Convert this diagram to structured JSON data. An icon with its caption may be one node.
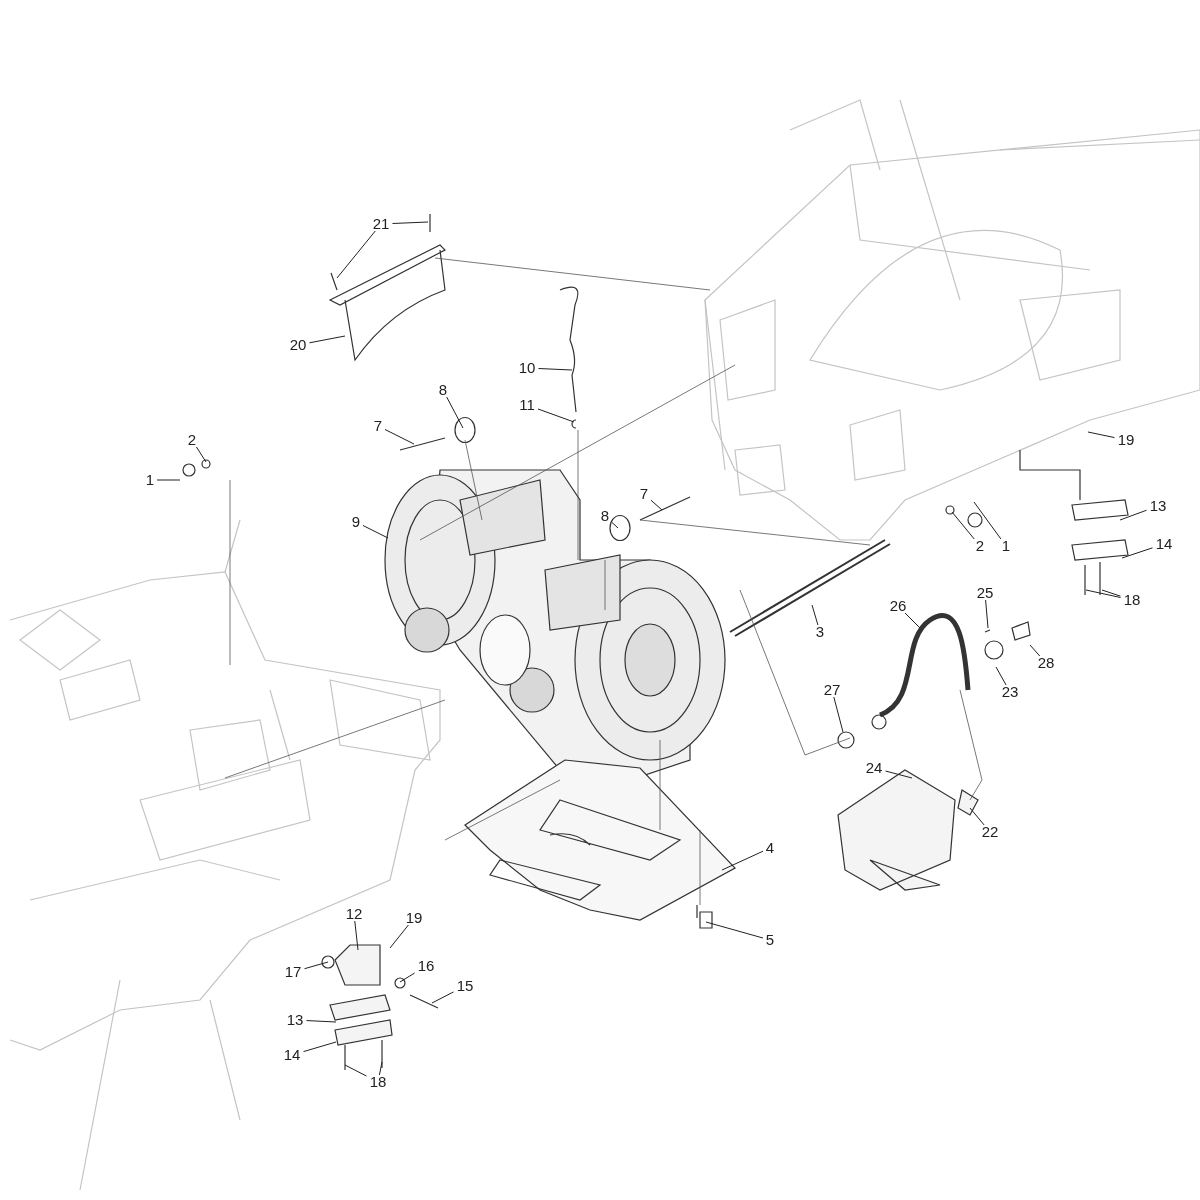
{
  "diagram": {
    "nodes": [
      {
        "text": [
          "21"
        ]
      },
      {
        "text": [
          "20"
        ]
      },
      {
        "text": [
          "10"
        ]
      },
      {
        "text": [
          "8"
        ]
      },
      {
        "text": [
          "11"
        ]
      },
      {
        "text": [
          "7"
        ]
      },
      {
        "text": [
          "19"
        ]
      },
      {
        "text": [
          "2"
        ]
      },
      {
        "text": [
          "1"
        ]
      },
      {
        "text": [
          "7"
        ]
      },
      {
        "text": [
          "13"
        ]
      },
      {
        "text": [
          "8"
        ]
      },
      {
        "text": [
          "9"
        ]
      },
      {
        "text": [
          "2"
        ]
      },
      {
        "text": [
          "1"
        ]
      },
      {
        "text": [
          "14"
        ]
      },
      {
        "text": [
          "26"
        ]
      },
      {
        "text": [
          "25"
        ]
      },
      {
        "text": [
          "18"
        ]
      },
      {
        "text": [
          "3"
        ]
      },
      {
        "text": [
          "28"
        ]
      },
      {
        "text": [
          "27"
        ]
      },
      {
        "text": [
          "23"
        ]
      },
      {
        "text": [
          "24"
        ]
      },
      {
        "text": [
          "22"
        ]
      },
      {
        "text": [
          "4"
        ]
      },
      {
        "text": [
          "12"
        ]
      },
      {
        "text": [
          "19"
        ]
      },
      {
        "text": [
          "5"
        ]
      },
      {
        "text": [
          "17"
        ]
      },
      {
        "text": [
          "16"
        ]
      },
      {
        "text": [
          "15"
        ]
      },
      {
        "text": [
          "13"
        ]
      },
      {
        "text": [
          "14"
        ]
      },
      {
        "text": [
          "18"
        ]
      }
    ],
    "edges": [
      {
        "from": 0,
        "to": null,
        "arrow": "none"
      },
      {
        "from": 0,
        "to": null,
        "arrow": "none"
      },
      {
        "from": 1,
        "to": null,
        "arrow": "none"
      },
      {
        "from": 2,
        "to": null,
        "arrow": "none"
      },
      {
        "from": 3,
        "to": null,
        "arrow": "none"
      },
      {
        "from": 4,
        "to": null,
        "arrow": "none"
      },
      {
        "from": 5,
        "to": null,
        "arrow": "none"
      },
      {
        "from": 6,
        "to": null,
        "arrow": "none"
      },
      {
        "from": 7,
        "to": null,
        "arrow": "none"
      },
      {
        "from": 8,
        "to": null,
        "arrow": "none"
      },
      {
        "from": 9,
        "to": null,
        "arrow": "none"
      },
      {
        "from": 10,
        "to": null,
        "arrow": "none"
      },
      {
        "from": 11,
        "to": null,
        "arrow": "none"
      },
      {
        "from": 12,
        "to": null,
        "arrow": "none"
      },
      {
        "from": 13,
        "to": null,
        "arrow": "none"
      },
      {
        "from": 14,
        "to": null,
        "arrow": "none"
      },
      {
        "from": 15,
        "to": null,
        "arrow": "none"
      },
      {
        "from": 16,
        "to": null,
        "arrow": "none"
      },
      {
        "from": 17,
        "to": null,
        "arrow": "none"
      },
      {
        "from": 18,
        "to": null,
        "arrow": "none"
      },
      {
        "from": 18,
        "to": null,
        "arrow": "none"
      },
      {
        "from": 19,
        "to": null,
        "arrow": "none"
      },
      {
        "from": 20,
        "to": null,
        "arrow": "none"
      },
      {
        "from": 21,
        "to": null,
        "arrow": "none"
      },
      {
        "from": 22,
        "to": null,
        "arrow": "none"
      },
      {
        "from": 23,
        "to": null,
        "arrow": "none"
      },
      {
        "from": 24,
        "to": null,
        "arrow": "none"
      },
      {
        "from": 25,
        "to": null,
        "arrow": "none"
      },
      {
        "from": 26,
        "to": null,
        "arrow": "none"
      },
      {
        "from": 27,
        "to": null,
        "arrow": "none"
      },
      {
        "from": 28,
        "to": null,
        "arrow": "none"
      },
      {
        "from": 29,
        "to": null,
        "arrow": "none"
      },
      {
        "from": 30,
        "to": null,
        "arrow": "none"
      },
      {
        "from": 31,
        "to": null,
        "arrow": "none"
      },
      {
        "from": 32,
        "to": null,
        "arrow": "none"
      },
      {
        "from": 33,
        "to": null,
        "arrow": "none"
      },
      {
        "from": 34,
        "to": null,
        "arrow": "none"
      },
      {
        "from": 34,
        "to": null,
        "arrow": "none"
      }
    ]
  }
}
